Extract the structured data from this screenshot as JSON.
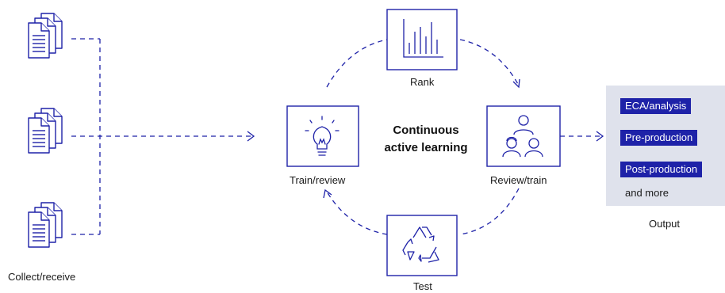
{
  "colors": {
    "accent": "#1e22a8",
    "panel": "#dfe2ec",
    "text": "#1a1a1a"
  },
  "icons": [
    "document-stack-icon",
    "bar-chart-icon",
    "lightbulb-icon",
    "people-icon",
    "recycle-icon"
  ],
  "collect_label": "Collect/receive",
  "center": {
    "line1": "Continuous",
    "line2": "active learning"
  },
  "nodes": {
    "rank": "Rank",
    "train_review": "Train/review",
    "review_train": "Review/train",
    "test": "Test"
  },
  "output": {
    "label": "Output",
    "items": [
      "ECA/analysis",
      "Pre-production",
      "Post-production"
    ],
    "more": "and more"
  }
}
